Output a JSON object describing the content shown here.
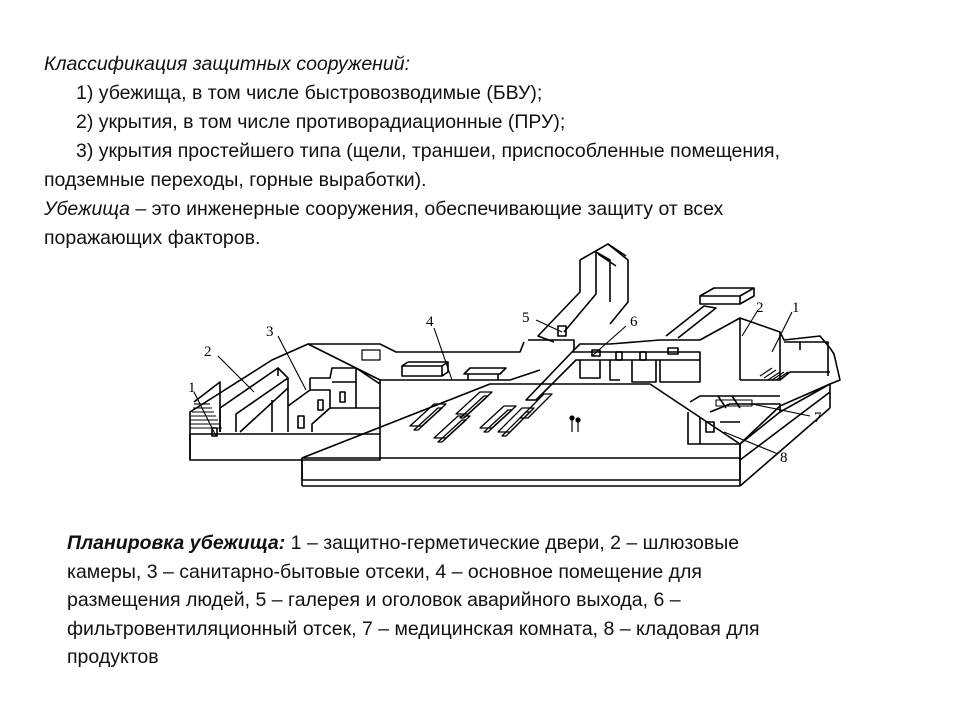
{
  "classification": {
    "heading": "Классификация защитных сооружений:",
    "item1": "1) убежища, в том числе быстровозводимые (БВУ);",
    "item2": "2) укрытия, в том числе противорадиационные (ПРУ);",
    "item3_line1": "3) укрытия простейшего типа (щели, траншеи, приспособленные помещения,",
    "item3_line2": "подземные переходы, горные выработки)."
  },
  "definition": {
    "term": "Убежища",
    "text_line1": " – это инженерные сооружения, обеспечивающие защиту от всех",
    "text_line2": "поражающих факторов."
  },
  "diagram": {
    "labels": {
      "left_1": "1",
      "left_2": "2",
      "left_3": "3",
      "center_4": "4",
      "top_5": "5",
      "top_6": "6",
      "right_2": "2",
      "right_1": "1",
      "right_7": "7",
      "right_8": "8"
    }
  },
  "caption": {
    "title": "Планировка убежища:",
    "line1": " 1 – защитно-герметические двери, 2 – шлюзовые",
    "line2": "камеры, 3 – санитарно-бытовые отсеки, 4 – основное помещение для",
    "line3": "размещения людей, 5 – галерея и оголовок аварийного выхода, 6 –",
    "line4": "фильтровентиляционный отсек, 7 – медицинская комната, 8 – кладовая для",
    "line5": "продуктов"
  }
}
